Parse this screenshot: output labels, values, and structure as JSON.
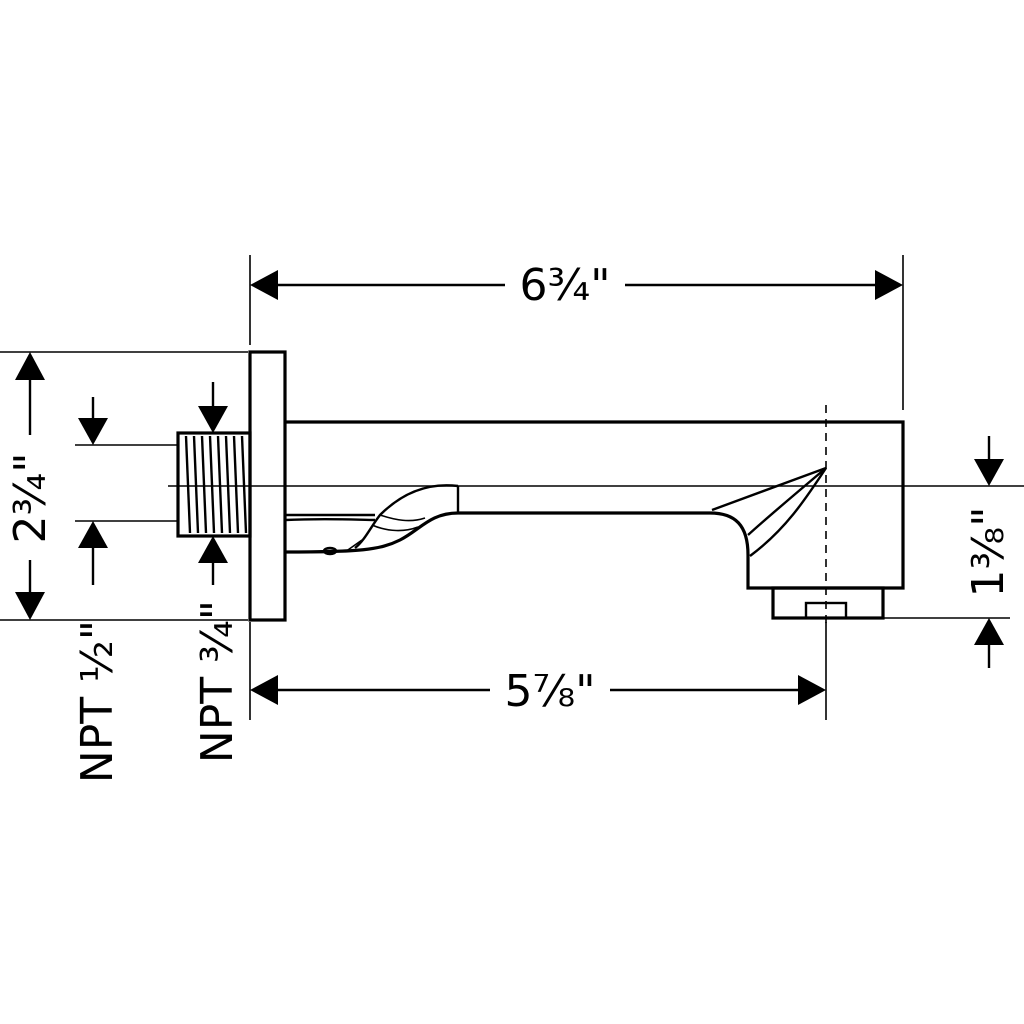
{
  "dimensions": {
    "overall_length": "6¾\"",
    "spout_reach": "5⅞\"",
    "plate_height": "2¾\"",
    "spout_height": "1⅜\"",
    "npt_inner": "NPT ½\"",
    "npt_outer": "NPT ¾\""
  }
}
